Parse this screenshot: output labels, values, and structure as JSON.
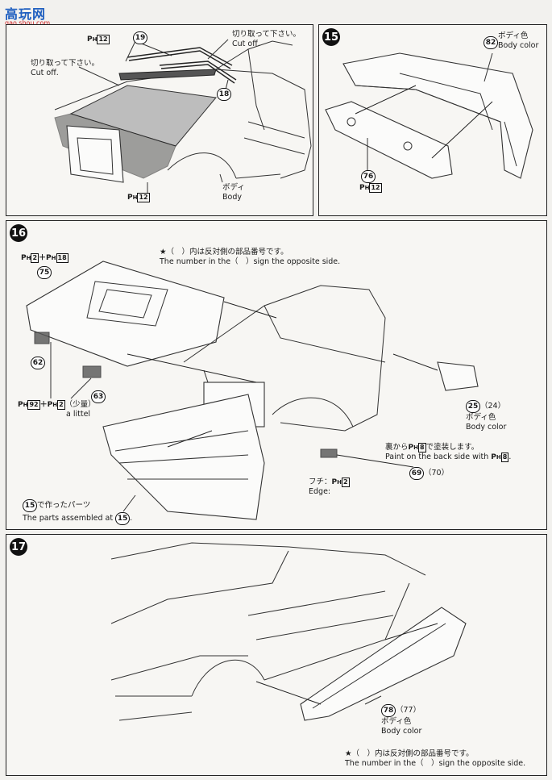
{
  "watermark": {
    "main": "高玩网",
    "sub": "gao.shou.com"
  },
  "step14": {
    "part19": "19",
    "part18": "18",
    "ph_top": "12",
    "cut1_jp": "切り取って下さい。",
    "cut1_en": "Cut off.",
    "cut2_jp": "切り取って下さい。",
    "cut2_en": "Cut off.",
    "ph_bottom": "12",
    "body_jp": "ボディ",
    "body_en": "Body"
  },
  "step15": {
    "number": "15",
    "part82": "82",
    "color_jp": "ボディ色",
    "color_en": "Body color",
    "part76": "76",
    "ph": "12"
  },
  "step16": {
    "number": "16",
    "note_jp": "★（　）内は反対側の部品番号です。",
    "note_en": "The number in the（　）sign the opposite side.",
    "ph_a": "2",
    "ph_b": "18",
    "part75": "75",
    "part62": "62",
    "part63": "63",
    "ph_mix_a": "92",
    "ph_mix_b": "2",
    "small_jp": "（少量）",
    "small_en": "a littel",
    "part25": "25",
    "part24": "（24）",
    "mirror_color_jp": "ボディ色",
    "mirror_color_en": "Body color",
    "back_jp": "裏から",
    "back_jp2": "で塗装します。",
    "back_en": "Paint on the back side with",
    "back_ph": "8",
    "part69": "69",
    "part70": "（70）",
    "edge_jp": "フチ：",
    "edge_ph": "2",
    "edge_en": "Edge:",
    "made_jp": "で作ったパーツ",
    "made_en": "The parts assembled at",
    "ref15": "15"
  },
  "step17": {
    "number": "17",
    "part78": "78",
    "part77": "（77）",
    "color_jp": "ボディ色",
    "color_en": "Body color",
    "note_jp": "★（　）内は反対側の部品番号です。",
    "note_en": "The number in the（　）sign the opposite side."
  }
}
